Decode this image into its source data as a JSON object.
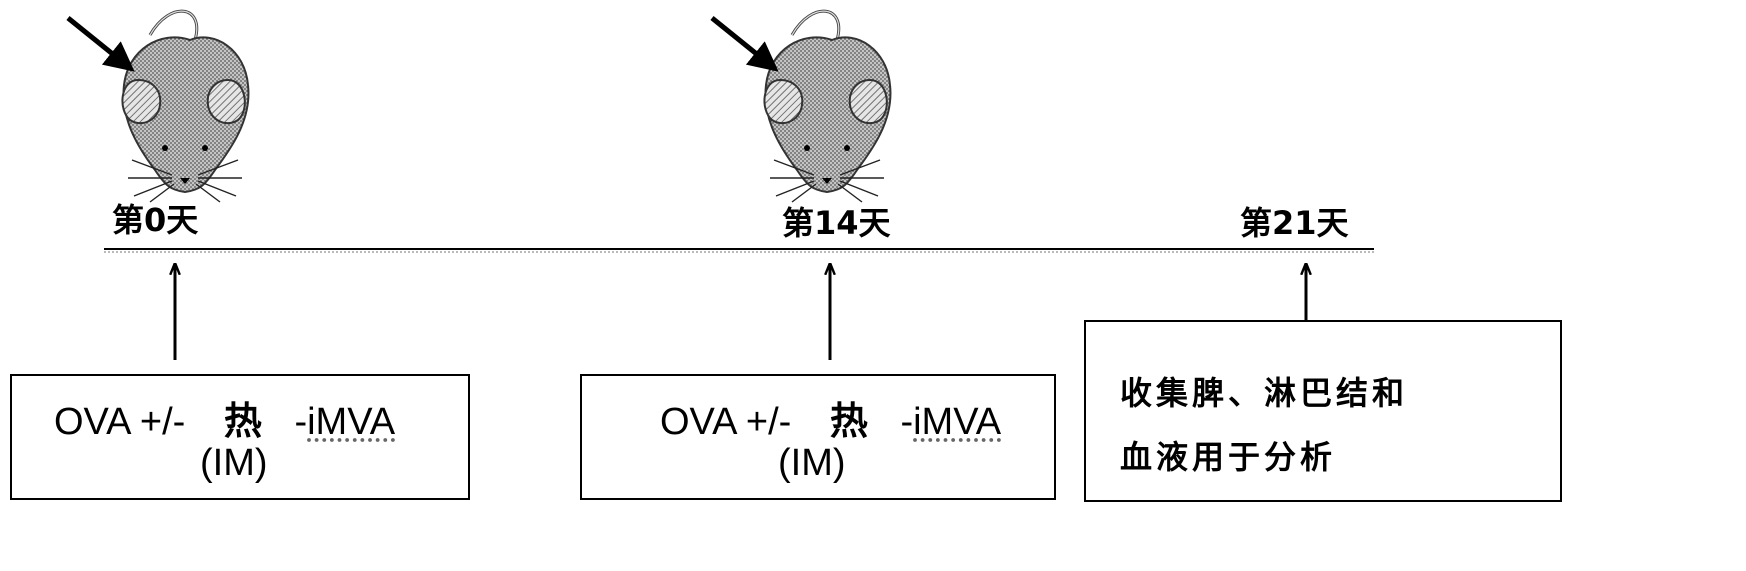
{
  "timeline": {
    "days": [
      {
        "label": "第0天"
      },
      {
        "label": "第14天"
      },
      {
        "label": "第21天"
      }
    ]
  },
  "boxes": [
    {
      "line1_a": "OVA +/-",
      "line1_hanzi": "热",
      "line1_b": "-",
      "line1_c": "iMVA",
      "line2": "(IM)"
    },
    {
      "line1_a": "OVA +/-",
      "line1_hanzi": "热",
      "line1_b": "-",
      "line1_c": "iMVA",
      "line2": "(IM)"
    },
    {
      "line1": "收集脾、淋巴结和",
      "line2": "血液用于分析"
    }
  ],
  "icons": {
    "mouse": "mouse-icon",
    "injection_arrow": "injection-arrow-icon",
    "up_arrow": "up-arrow-icon"
  },
  "colors": {
    "ink": "#000000",
    "mouse_fill": "#b8b8b8"
  }
}
